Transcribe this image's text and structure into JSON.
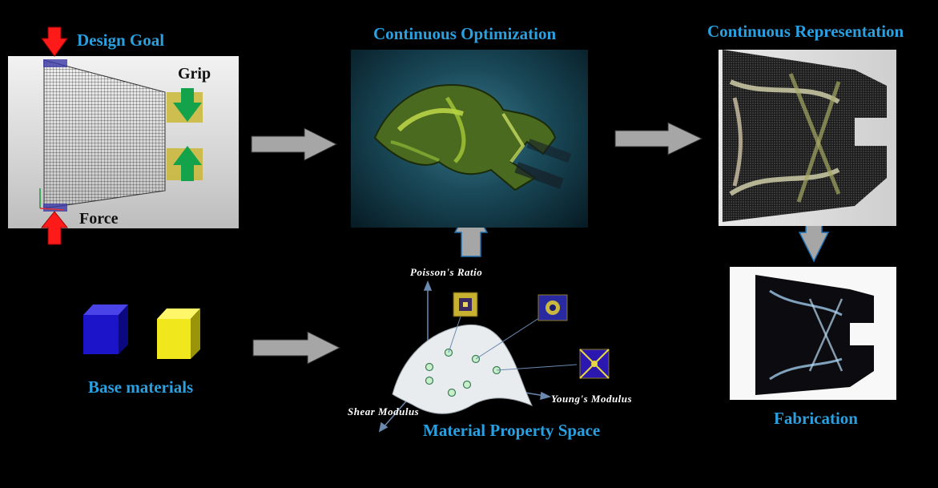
{
  "design_goal": {
    "title": "Design Goal",
    "grip_label": "Grip",
    "force_label": "Force"
  },
  "optimization": {
    "title": "Continuous Optimization"
  },
  "representation": {
    "title": "Continuous Representation"
  },
  "fabrication": {
    "title": "Fabrication"
  },
  "base": {
    "title": "Base materials"
  },
  "property_space": {
    "title": "Material Property Space",
    "axis_y": "Poisson's Ratio",
    "axis_x": "Young's Modulus",
    "axis_z": "Shear Modulus"
  },
  "colors": {
    "label": "#2aa0e0",
    "arrow": "#a6a6a6",
    "force_arrow": "#ff1a1a",
    "grip_arrow": "#14a34a"
  }
}
